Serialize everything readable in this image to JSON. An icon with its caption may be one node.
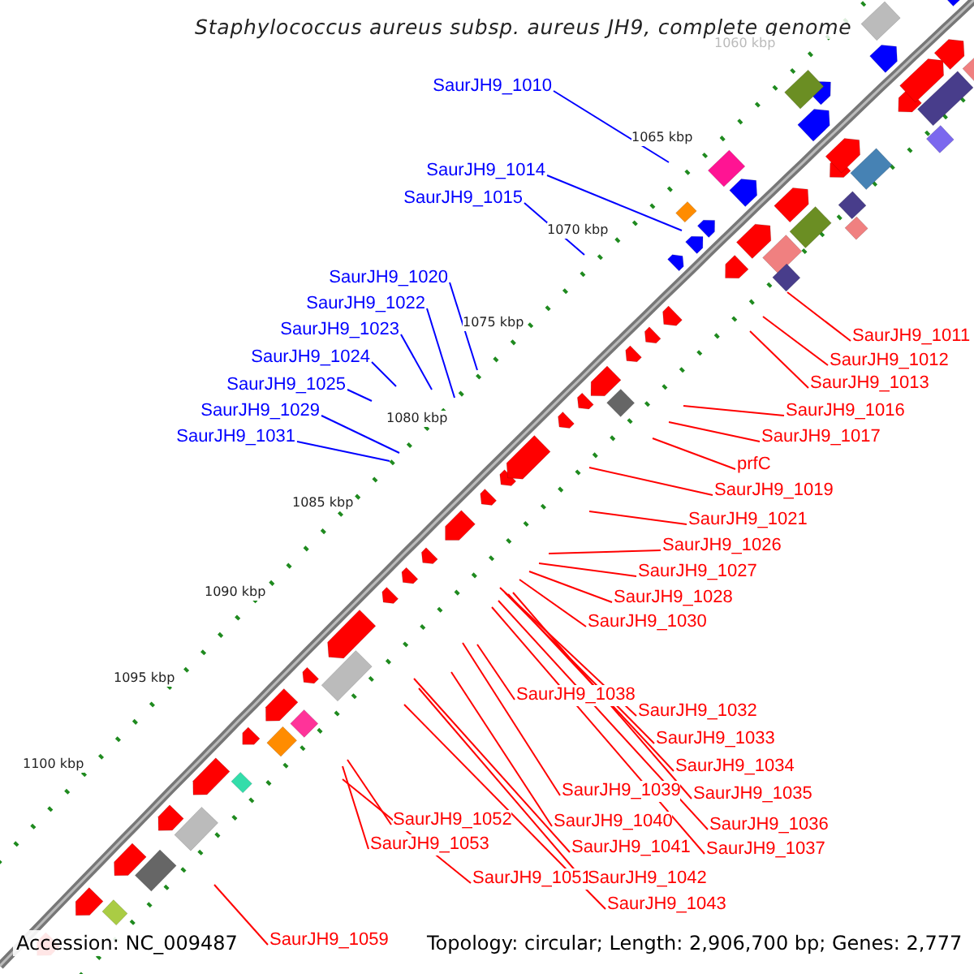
{
  "diagram": {
    "title": "Staphylococcus aureus subsp. aureus JH9, complete genome",
    "nodes": [
      {
        "text": [
          "SaurJH9_1010"
        ]
      },
      {
        "text": [
          "SaurJH9_1014"
        ]
      },
      {
        "text": [
          "SaurJH9_1015"
        ]
      },
      {
        "text": [
          "SaurJH9_1020"
        ]
      },
      {
        "text": [
          "SaurJH9_1022"
        ]
      },
      {
        "text": [
          "SaurJH9_1023"
        ]
      },
      {
        "text": [
          "SaurJH9_1011"
        ]
      },
      {
        "text": [
          "SaurJH9_1024"
        ]
      },
      {
        "text": [
          "SaurJH9_1012"
        ]
      },
      {
        "text": [
          "SaurJH9_1013"
        ]
      },
      {
        "text": [
          "SaurJH9_1025"
        ]
      },
      {
        "text": [
          "SaurJH9_1016"
        ]
      },
      {
        "text": [
          "SaurJH9_1029"
        ]
      },
      {
        "text": [
          "SaurJH9_1017"
        ]
      },
      {
        "text": [
          "SaurJH9_1031"
        ]
      },
      {
        "text": [
          "prfC"
        ]
      },
      {
        "text": [
          "SaurJH9_1019"
        ]
      },
      {
        "text": [
          "SaurJH9_1021"
        ]
      },
      {
        "text": [
          "SaurJH9_1026"
        ]
      },
      {
        "text": [
          "SaurJH9_1027"
        ]
      },
      {
        "text": [
          "SaurJH9_1028"
        ]
      },
      {
        "text": [
          "SaurJH9_1030"
        ]
      },
      {
        "text": [
          "SaurJH9_1038"
        ]
      },
      {
        "text": [
          "SaurJH9_1032"
        ]
      },
      {
        "text": [
          "SaurJH9_1033"
        ]
      },
      {
        "text": [
          "SaurJH9_1034"
        ]
      },
      {
        "text": [
          "SaurJH9_1039"
        ]
      },
      {
        "text": [
          "SaurJH9_1035"
        ]
      },
      {
        "text": [
          "SaurJH9_1052"
        ]
      },
      {
        "text": [
          "SaurJH9_1040"
        ]
      },
      {
        "text": [
          "SaurJH9_1036"
        ]
      },
      {
        "text": [
          "SaurJH9_1053"
        ]
      },
      {
        "text": [
          "SaurJH9_1041"
        ]
      },
      {
        "text": [
          "SaurJH9_1037"
        ]
      },
      {
        "text": [
          "SaurJH9_1051"
        ]
      },
      {
        "text": [
          "SaurJH9_1042"
        ]
      },
      {
        "text": [
          "SaurJH9_1043"
        ]
      },
      {
        "text": [
          "SaurJH9_1059"
        ]
      }
    ],
    "edges": [
      {
        "from": 0,
        "to": null,
        "arrow": "none",
        "color": "#0000ff"
      },
      {
        "from": 1,
        "to": null,
        "arrow": "none",
        "color": "#0000ff"
      },
      {
        "from": 2,
        "to": null,
        "arrow": "none",
        "color": "#0000ff"
      },
      {
        "from": 3,
        "to": null,
        "arrow": "none",
        "color": "#0000ff"
      },
      {
        "from": 4,
        "to": null,
        "arrow": "none",
        "color": "#0000ff"
      },
      {
        "from": 5,
        "to": null,
        "arrow": "none",
        "color": "#0000ff"
      },
      {
        "from": 6,
        "to": null,
        "arrow": "none"
      },
      {
        "from": 7,
        "to": null,
        "arrow": "none",
        "color": "#0000ff"
      },
      {
        "from": 8,
        "to": null,
        "arrow": "none"
      },
      {
        "from": 9,
        "to": null,
        "arrow": "none"
      },
      {
        "from": 10,
        "to": null,
        "arrow": "none",
        "color": "#0000ff"
      },
      {
        "from": 11,
        "to": null,
        "arrow": "none"
      },
      {
        "from": 12,
        "to": null,
        "arrow": "none",
        "color": "#0000ff"
      },
      {
        "from": 13,
        "to": null,
        "arrow": "none"
      },
      {
        "from": 14,
        "to": null,
        "arrow": "none",
        "color": "#0000ff"
      },
      {
        "from": 15,
        "to": null,
        "arrow": "none"
      },
      {
        "from": 16,
        "to": null,
        "arrow": "none"
      },
      {
        "from": 17,
        "to": null,
        "arrow": "none"
      },
      {
        "from": 18,
        "to": null,
        "arrow": "none"
      },
      {
        "from": 19,
        "to": null,
        "arrow": "none"
      },
      {
        "from": 20,
        "to": null,
        "arrow": "none"
      },
      {
        "from": 21,
        "to": null,
        "arrow": "none"
      },
      {
        "from": 22,
        "to": null,
        "arrow": "none"
      },
      {
        "from": 23,
        "to": null,
        "arrow": "none"
      },
      {
        "from": 24,
        "to": null,
        "arrow": "none"
      },
      {
        "from": 25,
        "to": null,
        "arrow": "none"
      },
      {
        "from": 26,
        "to": null,
        "arrow": "none"
      },
      {
        "from": 27,
        "to": null,
        "arrow": "none"
      },
      {
        "from": 28,
        "to": null,
        "arrow": "none"
      },
      {
        "from": 29,
        "to": null,
        "arrow": "none"
      },
      {
        "from": 30,
        "to": null,
        "arrow": "none"
      },
      {
        "from": 31,
        "to": null,
        "arrow": "none"
      },
      {
        "from": 32,
        "to": null,
        "arrow": "none"
      },
      {
        "from": 33,
        "to": null,
        "arrow": "none"
      },
      {
        "from": 34,
        "to": null,
        "arrow": "none"
      },
      {
        "from": 35,
        "to": null,
        "arrow": "none"
      },
      {
        "from": 36,
        "to": null,
        "arrow": "none"
      },
      {
        "from": 37,
        "to": null,
        "arrow": "none"
      }
    ],
    "labels": [
      "1060 kbp",
      "1065 kbp",
      "1070 kbp",
      "1075 kbp",
      "1080 kbp",
      "1085 kbp",
      "1090 kbp",
      "1095 kbp",
      "1100 kbp",
      "Accession: NC_009487",
      "Topology: circular; Length: 2,906,700 bp; Genes: 2,777"
    ]
  }
}
